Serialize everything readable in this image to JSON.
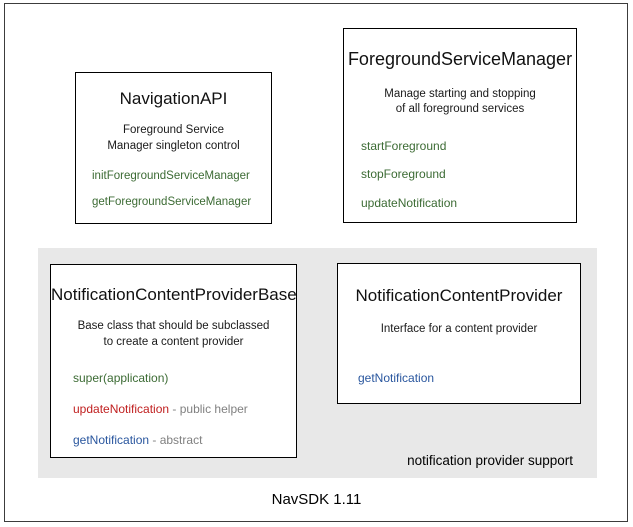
{
  "diagram": {
    "footer_label": "NavSDK 1.11",
    "group_panel": {
      "label": "notification provider support",
      "background": "#e8e8e8"
    },
    "colors": {
      "green": "#3c6b34",
      "red": "#c02020",
      "blue": "#29569e",
      "note_gray": "#808080",
      "border": "#000000",
      "panel": "#e8e8e8"
    },
    "boxes": {
      "navigation_api": {
        "title": "NavigationAPI",
        "description_line1": "Foreground Service",
        "description_line2": "Manager singleton control",
        "members": [
          {
            "name": "initForegroundServiceManager",
            "color": "green",
            "note": ""
          },
          {
            "name": "getForegroundServiceManager",
            "color": "green",
            "note": ""
          }
        ]
      },
      "foreground_service_manager": {
        "title": "ForegroundServiceManager",
        "description_line1": "Manage starting and stopping",
        "description_line2": "of all foreground services",
        "members": [
          {
            "name": "startForeground",
            "color": "green",
            "note": ""
          },
          {
            "name": "stopForeground",
            "color": "green",
            "note": ""
          },
          {
            "name": "updateNotification",
            "color": "green",
            "note": ""
          }
        ]
      },
      "notification_content_provider_base": {
        "title": "NotificationContentProviderBase",
        "description_line1": "Base class that should be subclassed",
        "description_line2": "to create a content provider",
        "members": [
          {
            "name": "super(application)",
            "color": "green",
            "note": ""
          },
          {
            "name": "updateNotification",
            "color": "red",
            "note": " - public helper"
          },
          {
            "name": "getNotification",
            "color": "blue",
            "note": " - abstract"
          }
        ]
      },
      "notification_content_provider": {
        "title": "NotificationContentProvider",
        "description_line1": "Interface for a content provider",
        "description_line2": "",
        "members": [
          {
            "name": "getNotification",
            "color": "blue",
            "note": ""
          }
        ]
      }
    }
  }
}
